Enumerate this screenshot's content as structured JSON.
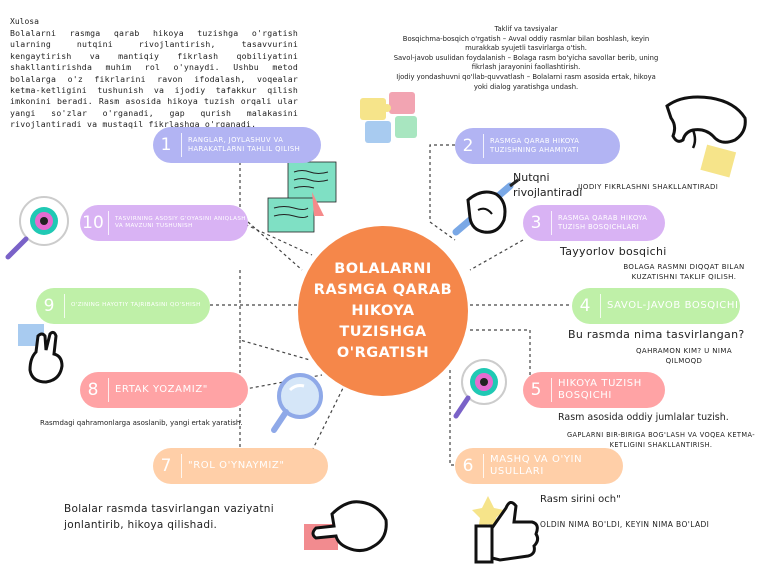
{
  "conclusion": {
    "title": "Xulosa",
    "text": "Bolalarni rasmga qarab hikoya tuzishga o'rgatish ularning nutqini rivojlantirish, tasavvurini kengaytirish va mantiqiy fikrlash qobiliyatini shakllantirishda muhim rol o'ynaydi. Ushbu metod bolalarga o'z fikrlarini ravon ifodalash, voqealar ketma-ketligini tushunish va ijodiy tafakkur qilish imkonini beradi. Rasm asosida hikoya tuzish orqali ular yangi so'zlar o'rganadi, gap qurish malakasini rivojlantiradi va mustaqil fikrlashga o'rganadi."
  },
  "top_notes": {
    "title": "Taklif va tavsiyalar",
    "lines": [
      "Bosqichma-bosqich o'rgatish – Avval oddiy rasmlar bilan boshlash, keyin murakkab syujetli tasvirlarga o'tish.",
      "Savol-javob usulidan foydalanish – Bolaga rasm bo'yicha savollar berib, uning fikrlash jarayonini faollashtirish.",
      "Ijodiy yondashuvni qo'llab-quvvatlash – Bolalarni rasm asosida ertak, hikoya yoki dialog yaratishga undash."
    ]
  },
  "center": {
    "title": "BOLALARNI RASMGA QARAB HIKOYA TUZISHGA O'RGATISH"
  },
  "steps": [
    {
      "num": "1",
      "text": "RANGLAR, JOYLASHUV VA HARAKATLARNI TAHLIL QILISH",
      "color": "#b2b4f3"
    },
    {
      "num": "2",
      "text": "RASMGA QARAB HIKOYA TUZISHNING AHAMIYATI",
      "color": "#b2b4f3"
    },
    {
      "num": "3",
      "text": "RASMGA QARAB HIKOYA TUZISH BOSQICHLARI",
      "color": "#d9b3f4"
    },
    {
      "num": "4",
      "text": "SAVOL-JAVOB BOSQICHI",
      "color": "#bff0a8"
    },
    {
      "num": "5",
      "text": "HIKOYA TUZISH BOSQICHI",
      "color": "#ffa3a5"
    },
    {
      "num": "6",
      "text": "MASHQ VA O'YIN USULLARI",
      "color": "#ffcfa8"
    },
    {
      "num": "7",
      "text": "\"ROL O'YNAYMIZ\"",
      "color": "#ffcfa8"
    },
    {
      "num": "8",
      "text": "ERTAK YOZAMIZ\"",
      "color": "#ffa3a5"
    },
    {
      "num": "9",
      "text": "O'ZINING HAYOTIY TAJRIBASINI QO'SHISH",
      "color": "#bff0a8"
    },
    {
      "num": "10",
      "text": "TASVIRNING ASOSIY G'OYASINI ANIQLASH VA MAVZUNI TUSHUNISH",
      "color": "#d9b3f4"
    }
  ],
  "labels": {
    "nutqni": "Nutqni rivojlantiradi",
    "ijodiy": "IJODIY FIKRLASHNI SHAKLLANTIRADI",
    "tayyorlov": "Tayyorlov bosqichi",
    "bolaga": "BOLAGA RASMNI DIQQAT BILAN KUZATISHNI TAKLIF QILISH.",
    "bu_rasmda": "Bu rasmda nima tasvirlangan?",
    "qahramon": "QAHRAMON KIM? U NIMA QILMOQD",
    "rasm_asosida": "Rasm asosida oddiy jumlalar tuzish.",
    "gaplarni": "GAPLARNI BIR-BIRIGA BOG'LASH VA VOQEA KETMA-KETLIGINI SHAKLLANTIRISH.",
    "rasm_sirini": "Rasm sirini och\"",
    "oldin": "OLDIN NIMA BO'LDI, KEYIN NIMA BO'LADI",
    "rasmdagi": "Rasmdagi qahramonlarga asoslanib, yangi ertak yaratish.",
    "bolalar_rasmda": "Bolalar rasmda tasvirlangan vaziyatni jonlantirib, hikoya qilishadi."
  },
  "colors": {
    "center": "#f5874a",
    "blue": "#b2b4f3",
    "purple": "#d9b3f4",
    "green": "#bff0a8",
    "pink": "#ffa3a5",
    "peach": "#ffcfa8"
  },
  "icons": [
    "puzzle-icon",
    "magnifier-icon",
    "notes-icon",
    "hand-pointing-icon",
    "hand-pencil-icon",
    "thumbs-up-icon"
  ]
}
